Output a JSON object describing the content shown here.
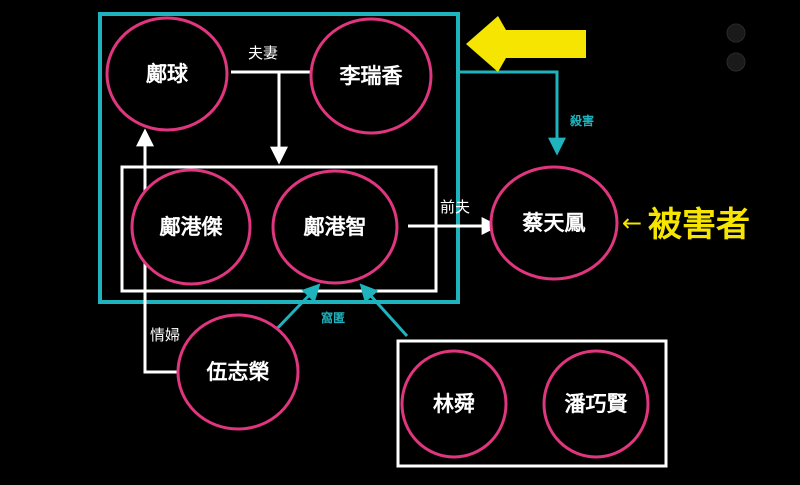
{
  "colors": {
    "background": "#000000",
    "node_border": "#e0357f",
    "frame_teal": "#1fb3be",
    "frame_white": "#ffffff",
    "highlight_yellow": "#f5e500"
  },
  "nodes": {
    "zheng_qiu": "鄺球",
    "li_ruixiang": "李瑞香",
    "zheng_gangjie": "鄺港傑",
    "zheng_gangzhi": "鄺港智",
    "cai_tianfeng": "蔡天鳳",
    "wu_zhirong": "伍志榮",
    "lin_shun": "林舜",
    "pan_qiaoxian": "潘巧賢"
  },
  "edges": {
    "spouse": "夫妻",
    "ex_husband": "前夫",
    "murder": "殺害",
    "harbor": "窩匿",
    "mistress": "情婦"
  },
  "annotations": {
    "victim": "被害者",
    "victim_arrow": "←"
  },
  "icons": {
    "yellow_arrow": "yellow-arrow-icon",
    "window_controls": "window-control-icon"
  }
}
